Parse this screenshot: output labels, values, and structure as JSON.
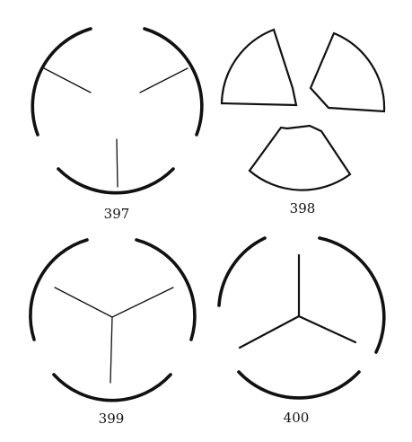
{
  "figures": [
    {
      "number": "397"
    },
    {
      "number": "398"
    },
    {
      "number": "399"
    },
    {
      "number": "400"
    }
  ],
  "colors": {
    "ink": "#111111",
    "paper": "#ffffff"
  }
}
